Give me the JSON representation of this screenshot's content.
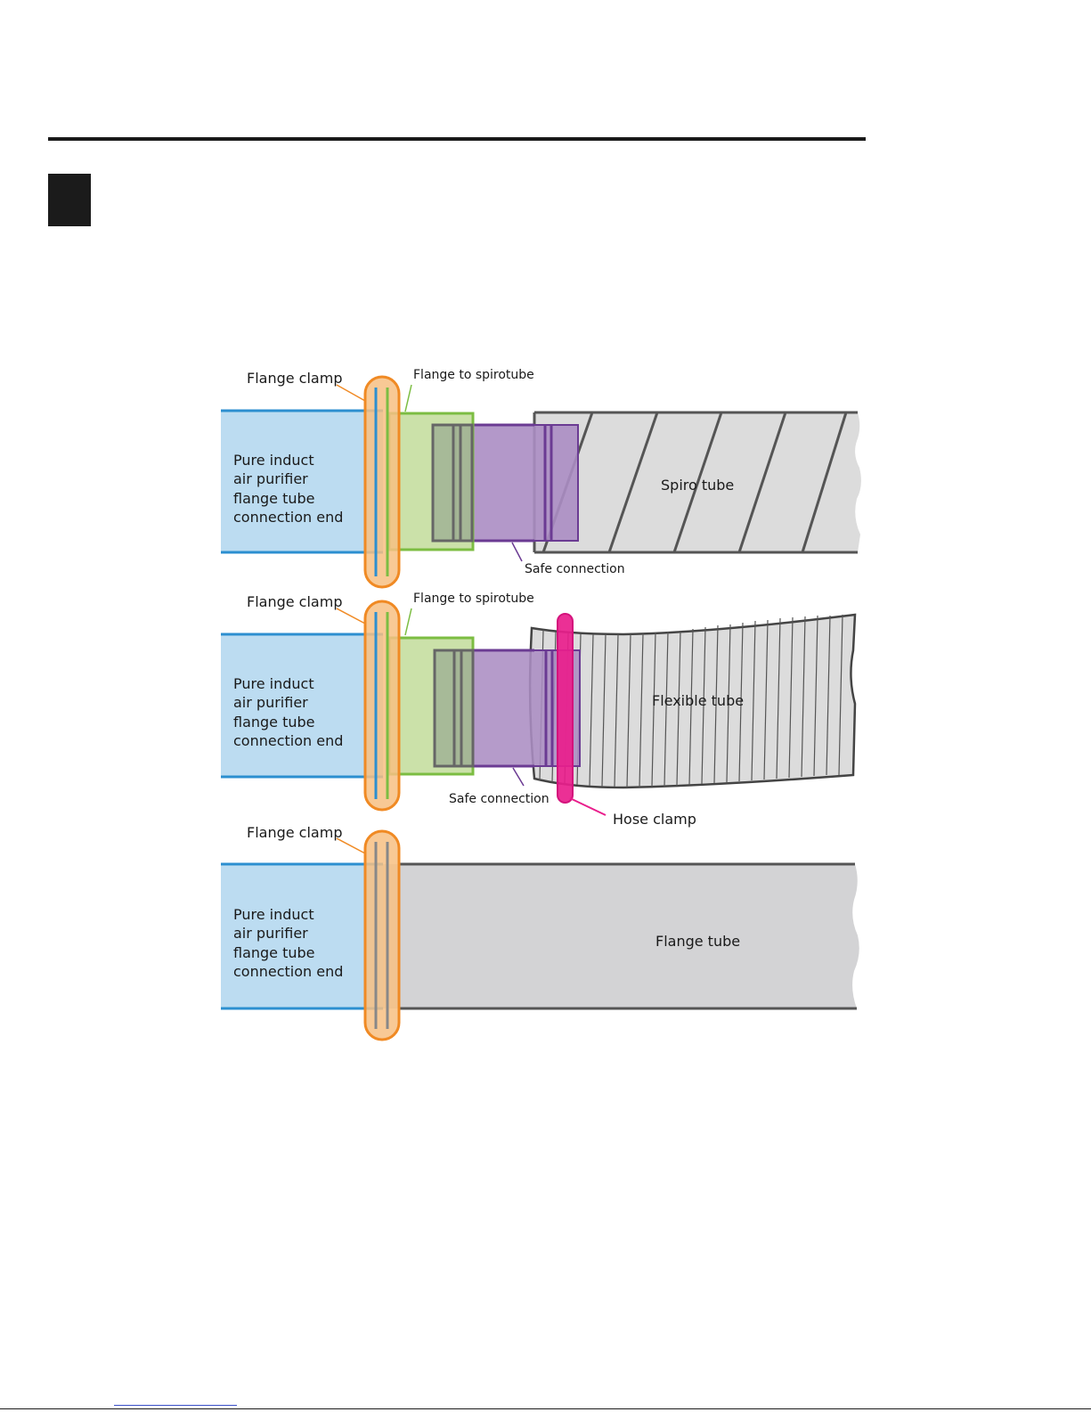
{
  "colors": {
    "purifier_fill": "#bcdcf1",
    "purifier_line": "#2c8fd0",
    "flange_clamp_fill": "#f7c083",
    "flange_clamp_line": "#f08a24",
    "adapter_fill": "#c7dea2",
    "adapter_line": "#7cbd42",
    "safe_connection_fill": "#ab8dc3",
    "safe_connection_line": "#6b3b93",
    "tube_fill": "#dcdcdc",
    "tube_line": "#555555",
    "hose_clamp_fill": "#e91e8c"
  },
  "rows": [
    {
      "purifier_label": [
        "Pure induct",
        "air purifier",
        "flange tube",
        "connection end"
      ],
      "flange_clamp_label": "Flange clamp",
      "adapter_label": "Flange to spirotube",
      "safe_connection_label": "Safe connection",
      "tube_label": "Spiro tube"
    },
    {
      "purifier_label": [
        "Pure induct",
        "air purifier",
        "flange tube",
        "connection end"
      ],
      "flange_clamp_label": "Flange clamp",
      "adapter_label": "Flange to spirotube",
      "safe_connection_label": "Safe connection",
      "tube_label": "Flexible tube",
      "hose_clamp_label": "Hose clamp"
    },
    {
      "purifier_label": [
        "Pure induct",
        "air purifier",
        "flange tube",
        "connection end"
      ],
      "flange_clamp_label": "Flange clamp",
      "tube_label": "Flange tube"
    }
  ]
}
